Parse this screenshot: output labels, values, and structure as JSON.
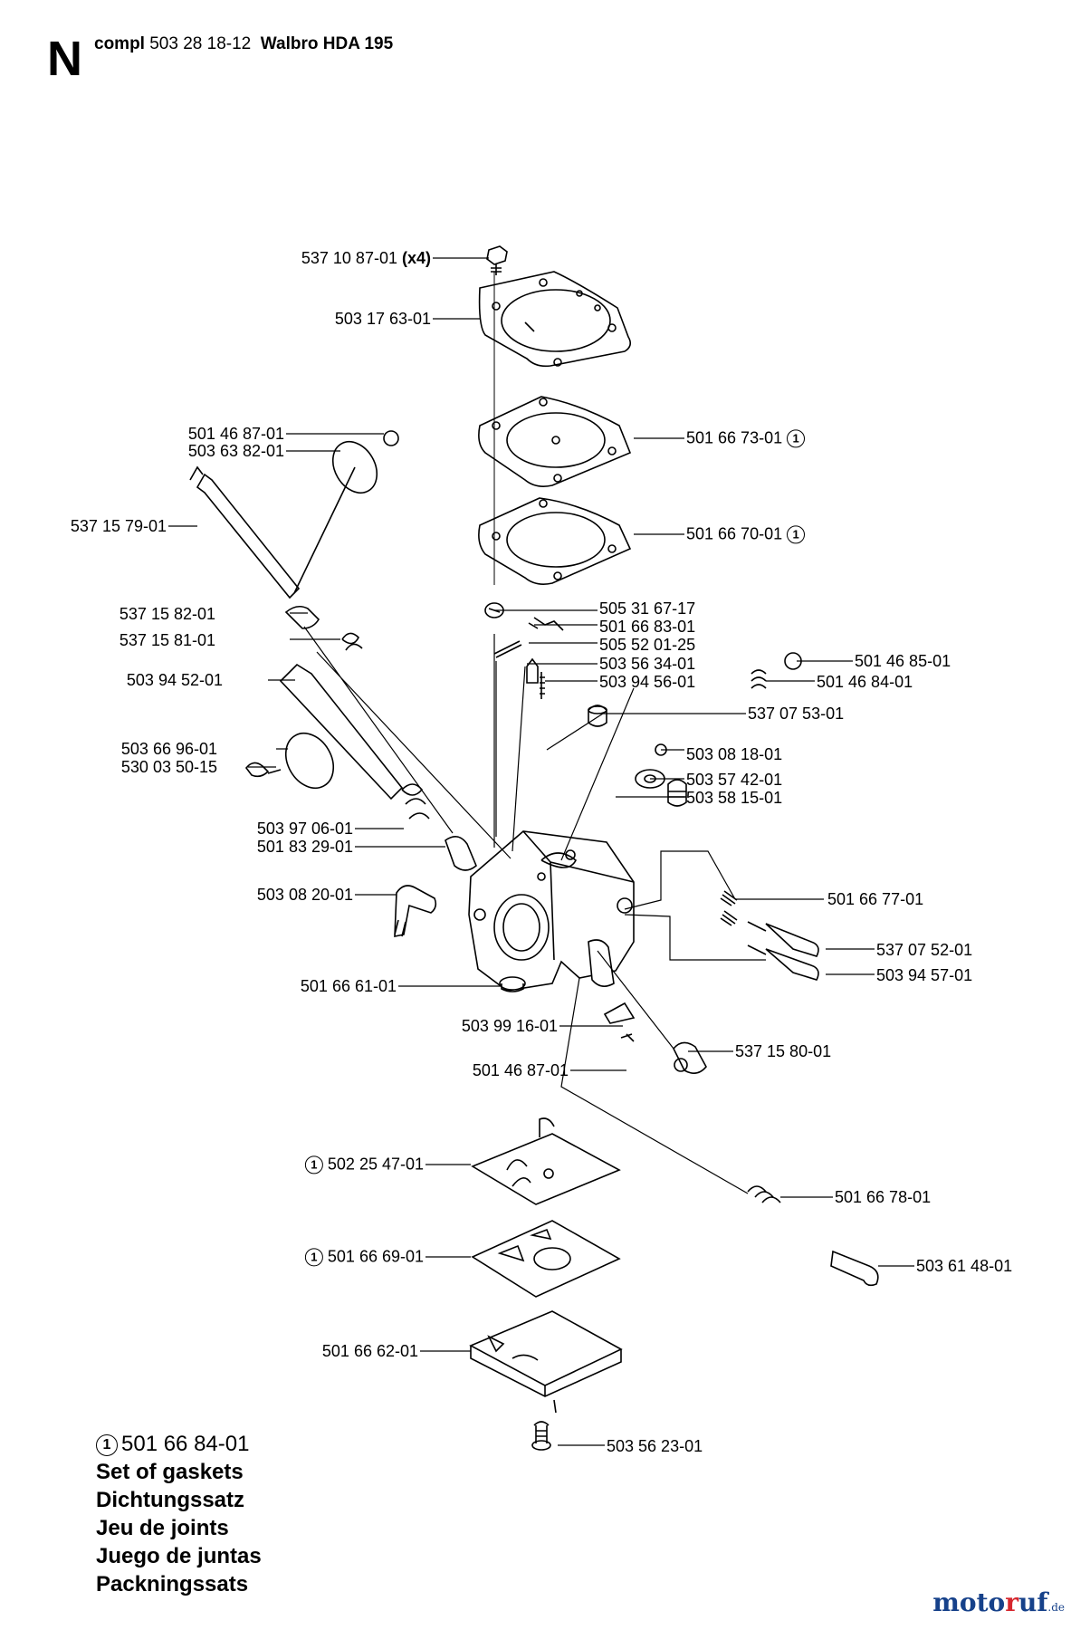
{
  "header": {
    "section_letter": "N",
    "compl_label": "compl",
    "assembly_number": "503 28 18-12",
    "model": "Walbro HDA 195"
  },
  "callouts": [
    {
      "id": "c01",
      "part": "537 10 87-01",
      "qty": "(x4)"
    },
    {
      "id": "c02",
      "part": "503 17 63-01"
    },
    {
      "id": "c03",
      "part": "501 46 87-01"
    },
    {
      "id": "c04",
      "part": "503 63 82-01"
    },
    {
      "id": "c05",
      "part": "501 66 73-01",
      "marker": "1"
    },
    {
      "id": "c06",
      "part": "537 15 79-01"
    },
    {
      "id": "c07",
      "part": "501 66 70-01",
      "marker": "1"
    },
    {
      "id": "c08",
      "part": "505 31 67-17"
    },
    {
      "id": "c09",
      "part": "537 15 82-01"
    },
    {
      "id": "c10",
      "part": "501 66 83-01"
    },
    {
      "id": "c11",
      "part": "537 15 81-01"
    },
    {
      "id": "c12",
      "part": "505 52 01-25"
    },
    {
      "id": "c13",
      "part": "503 56 34-01"
    },
    {
      "id": "c14",
      "part": "501 46 85-01"
    },
    {
      "id": "c15",
      "part": "503 94 52-01"
    },
    {
      "id": "c16",
      "part": "503 94 56-01"
    },
    {
      "id": "c17",
      "part": "501 46 84-01"
    },
    {
      "id": "c18",
      "part": "537 07 53-01"
    },
    {
      "id": "c19",
      "part": "503 66 96-01"
    },
    {
      "id": "c20",
      "part": "503 08 18-01"
    },
    {
      "id": "c21",
      "part": "530 03 50-15"
    },
    {
      "id": "c22",
      "part": "503 57 42-01"
    },
    {
      "id": "c23",
      "part": "503 58 15-01"
    },
    {
      "id": "c24",
      "part": "503 97 06-01"
    },
    {
      "id": "c25",
      "part": "501 83 29-01"
    },
    {
      "id": "c26",
      "part": "503 08 20-01"
    },
    {
      "id": "c27",
      "part": "501 66 77-01"
    },
    {
      "id": "c28",
      "part": "537 07 52-01"
    },
    {
      "id": "c29",
      "part": "503 94 57-01"
    },
    {
      "id": "c30",
      "part": "501 66 61-01"
    },
    {
      "id": "c31",
      "part": "503 99 16-01"
    },
    {
      "id": "c32",
      "part": "537 15 80-01"
    },
    {
      "id": "c33",
      "part": "501 46 87-01"
    },
    {
      "id": "c34",
      "part": "502 25 47-01",
      "marker": "1"
    },
    {
      "id": "c35",
      "part": "501 66 78-01"
    },
    {
      "id": "c36",
      "part": "501 66 69-01",
      "marker": "1"
    },
    {
      "id": "c37",
      "part": "503 61 48-01"
    },
    {
      "id": "c38",
      "part": "501 66 62-01"
    },
    {
      "id": "c39",
      "part": "503 56 23-01"
    }
  ],
  "legend": {
    "marker": "1",
    "part": "501 66 84-01",
    "lines": [
      "Set of gaskets",
      "Dichtungssatz",
      "Jeu de joints",
      "Juego de juntas",
      "Packningssats"
    ]
  },
  "watermark": {
    "pre": "moto",
    "mid": "r",
    "post": "uf",
    "tld": ".de"
  }
}
